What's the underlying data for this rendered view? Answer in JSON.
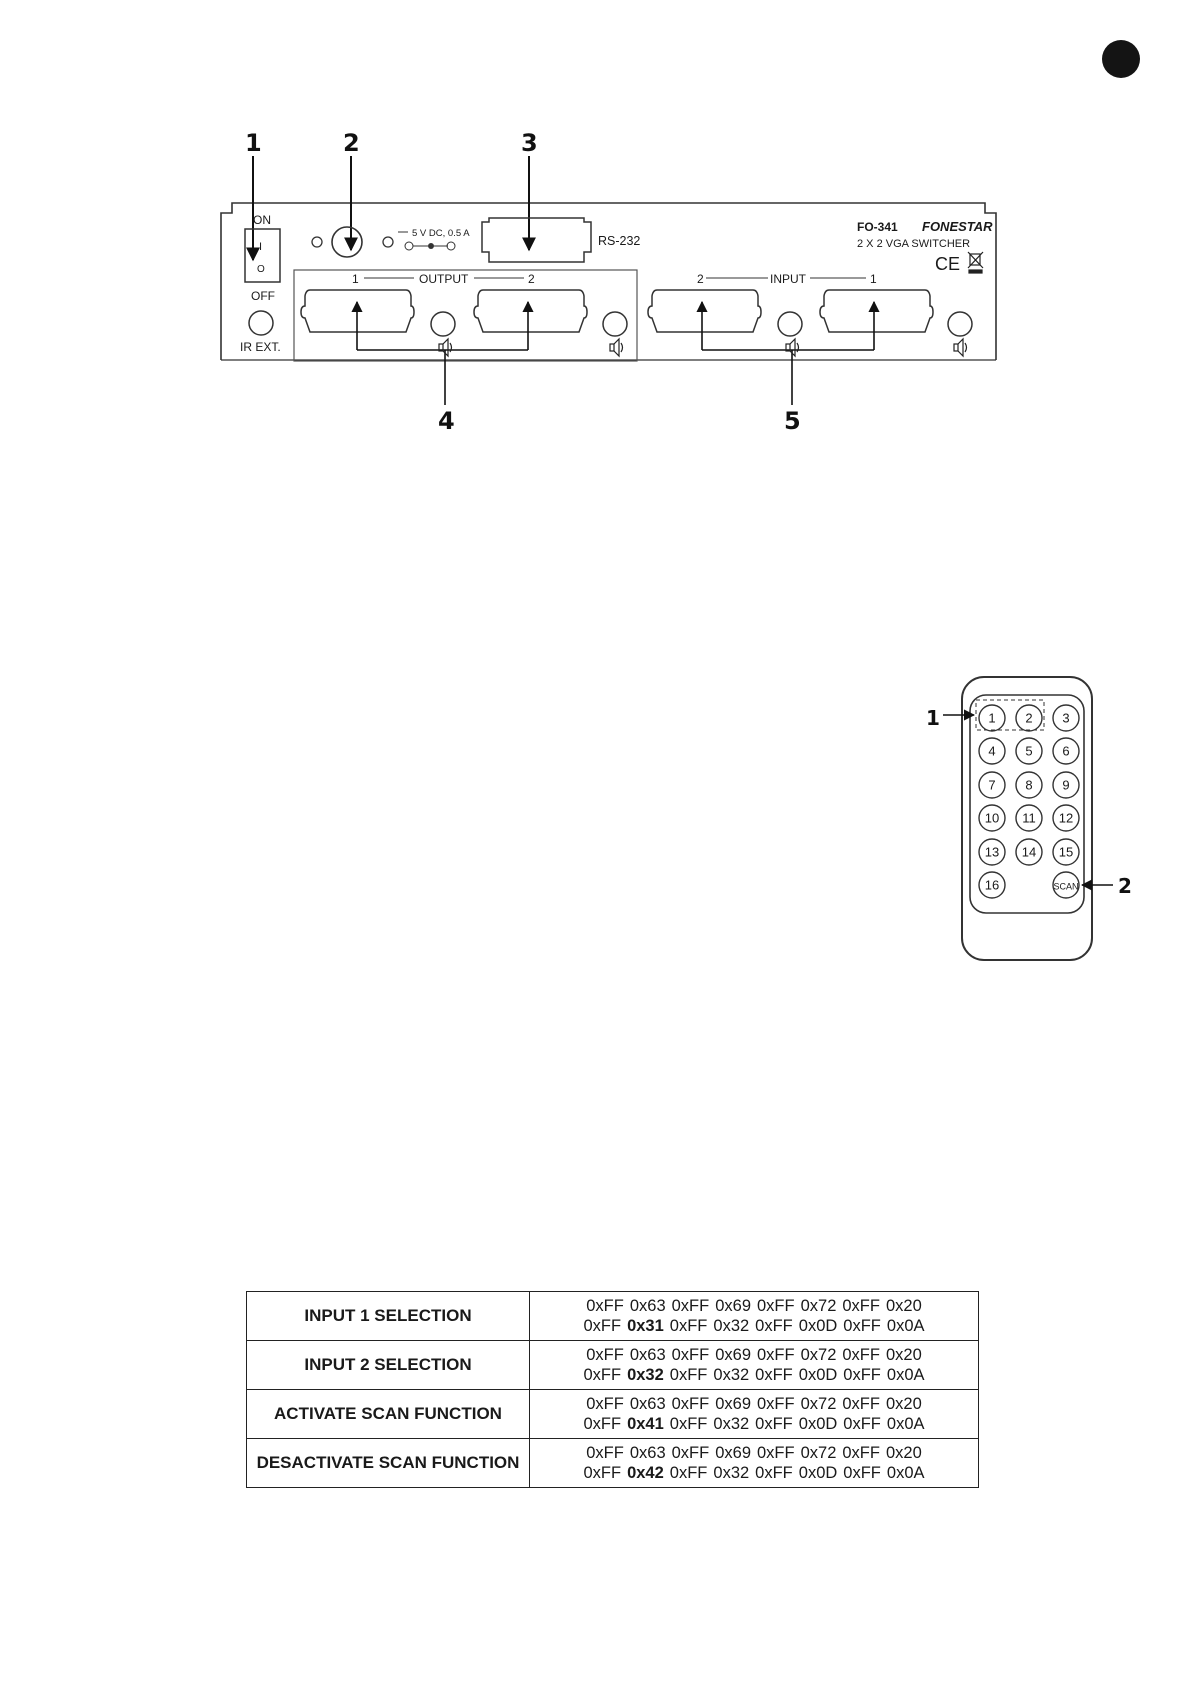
{
  "rear_panel": {
    "callouts": [
      "1",
      "2",
      "3",
      "4",
      "5"
    ],
    "power_switch": {
      "on": "ON",
      "off": "OFF",
      "on_symbol": "I",
      "off_symbol": "O"
    },
    "ir_ext": "IR EXT.",
    "power_spec": "5 V DC, 0.5 A",
    "rs232": "RS-232",
    "model": "FO-341",
    "brand": "FONESTAR",
    "product": "2 X 2 VGA SWITCHER",
    "ce_mark": "CE",
    "output_group": {
      "label": "OUTPUT",
      "port_left": "1",
      "port_right": "2"
    },
    "input_group": {
      "label": "INPUT",
      "port_left": "2",
      "port_right": "1"
    }
  },
  "remote": {
    "callouts": [
      "1",
      "2"
    ],
    "buttons": [
      "1",
      "2",
      "3",
      "4",
      "5",
      "6",
      "7",
      "8",
      "9",
      "10",
      "11",
      "12",
      "13",
      "14",
      "15",
      "16",
      "SCAN"
    ]
  },
  "commands": [
    {
      "name": "INPUT 1 SELECTION",
      "line1": [
        "0xFF",
        "0x63",
        "0xFF",
        "0x69",
        "0xFF",
        "0x72",
        "0xFF",
        "0x20"
      ],
      "line2": [
        "0xFF",
        "0x31",
        "0xFF",
        "0x32",
        "0xFF",
        "0x0D",
        "0xFF",
        "0x0A"
      ]
    },
    {
      "name": "INPUT 2 SELECTION",
      "line1": [
        "0xFF",
        "0x63",
        "0xFF",
        "0x69",
        "0xFF",
        "0x72",
        "0xFF",
        "0x20"
      ],
      "line2": [
        "0xFF",
        "0x32",
        "0xFF",
        "0x32",
        "0xFF",
        "0x0D",
        "0xFF",
        "0x0A"
      ]
    },
    {
      "name": "ACTIVATE SCAN FUNCTION",
      "line1": [
        "0xFF",
        "0x63",
        "0xFF",
        "0x69",
        "0xFF",
        "0x72",
        "0xFF",
        "0x20"
      ],
      "line2": [
        "0xFF",
        "0x41",
        "0xFF",
        "0x32",
        "0xFF",
        "0x0D",
        "0xFF",
        "0x0A"
      ]
    },
    {
      "name": "DESACTIVATE SCAN FUNCTION",
      "line1": [
        "0xFF",
        "0x63",
        "0xFF",
        "0x69",
        "0xFF",
        "0x72",
        "0xFF",
        "0x20"
      ],
      "line2": [
        "0xFF",
        "0x42",
        "0xFF",
        "0x32",
        "0xFF",
        "0x0D",
        "0xFF",
        "0x0A"
      ]
    }
  ]
}
